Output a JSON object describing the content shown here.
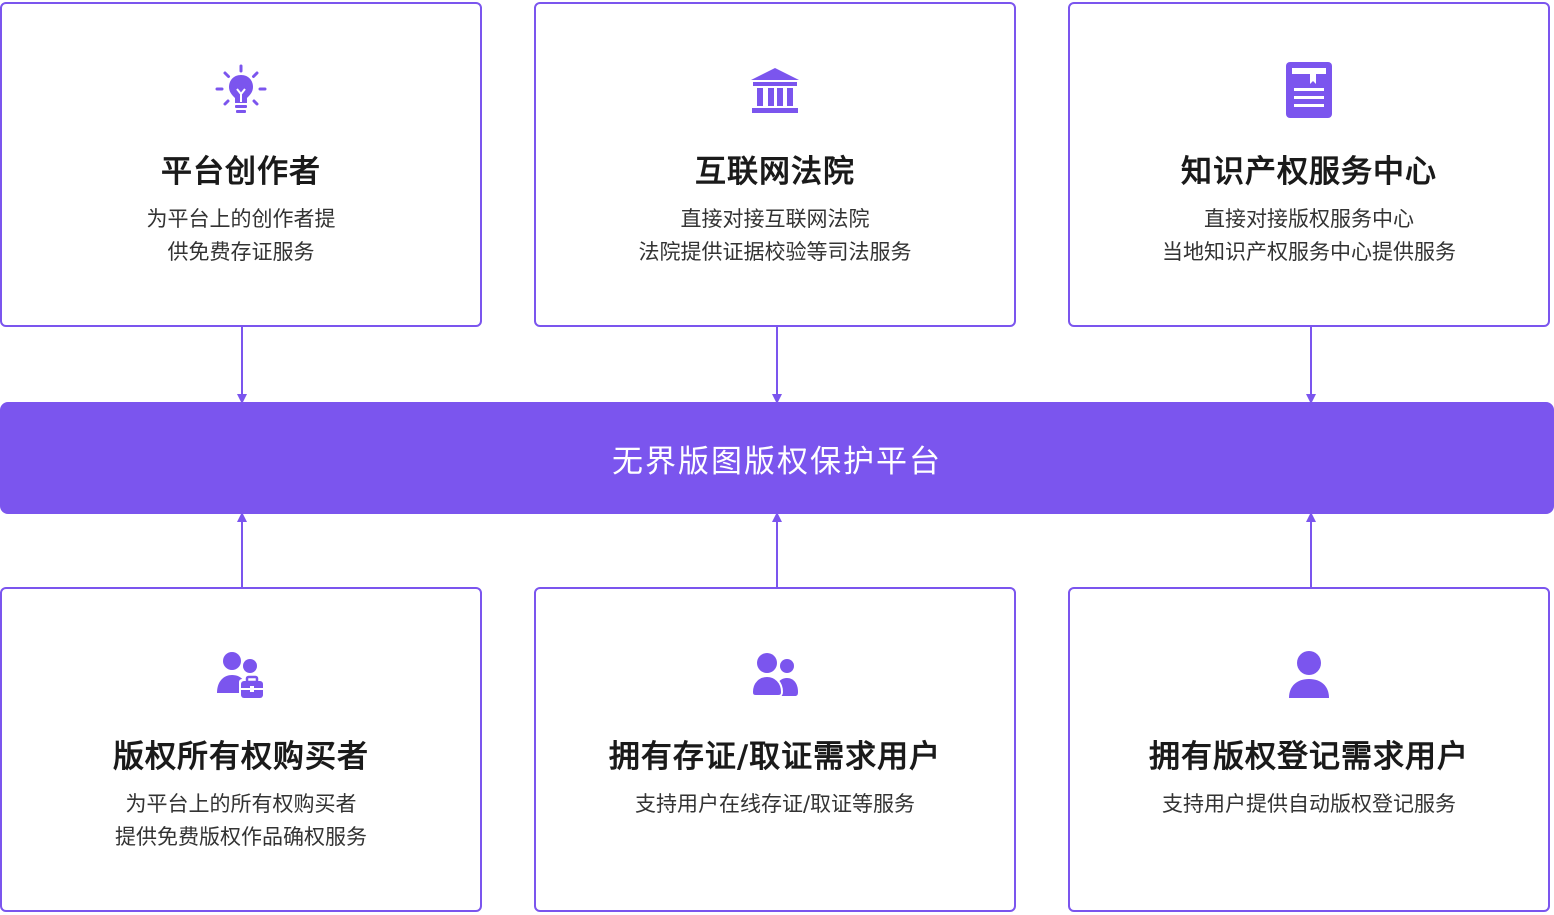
{
  "colors": {
    "accent": "#7b55ee",
    "text": "#1a1a1a",
    "background": "#ffffff"
  },
  "platform": {
    "label": "无界版图版权保护平台"
  },
  "top_cards": [
    {
      "icon": "lightbulb-icon",
      "title": "平台创作者",
      "desc_line1": "为平台上的创作者提",
      "desc_line2": "供免费存证服务"
    },
    {
      "icon": "courthouse-icon",
      "title": "互联网法院",
      "desc_line1": "直接对接互联网法院",
      "desc_line2": "法院提供证据校验等司法服务"
    },
    {
      "icon": "book-icon",
      "title": "知识产权服务中心",
      "desc_line1": "直接对接版权服务中心",
      "desc_line2": "当地知识产权服务中心提供服务"
    }
  ],
  "bottom_cards": [
    {
      "icon": "business-users-icon",
      "title": "版权所有权购买者",
      "desc_line1": "为平台上的所有权购买者",
      "desc_line2": "提供免费版权作品确权服务"
    },
    {
      "icon": "users-icon",
      "title": "拥有存证/取证需求用户",
      "desc_line1": "支持用户在线存证/取证等服务",
      "desc_line2": ""
    },
    {
      "icon": "user-icon",
      "title": "拥有版权登记需求用户",
      "desc_line1": "支持用户提供自动版权登记服务",
      "desc_line2": ""
    }
  ]
}
